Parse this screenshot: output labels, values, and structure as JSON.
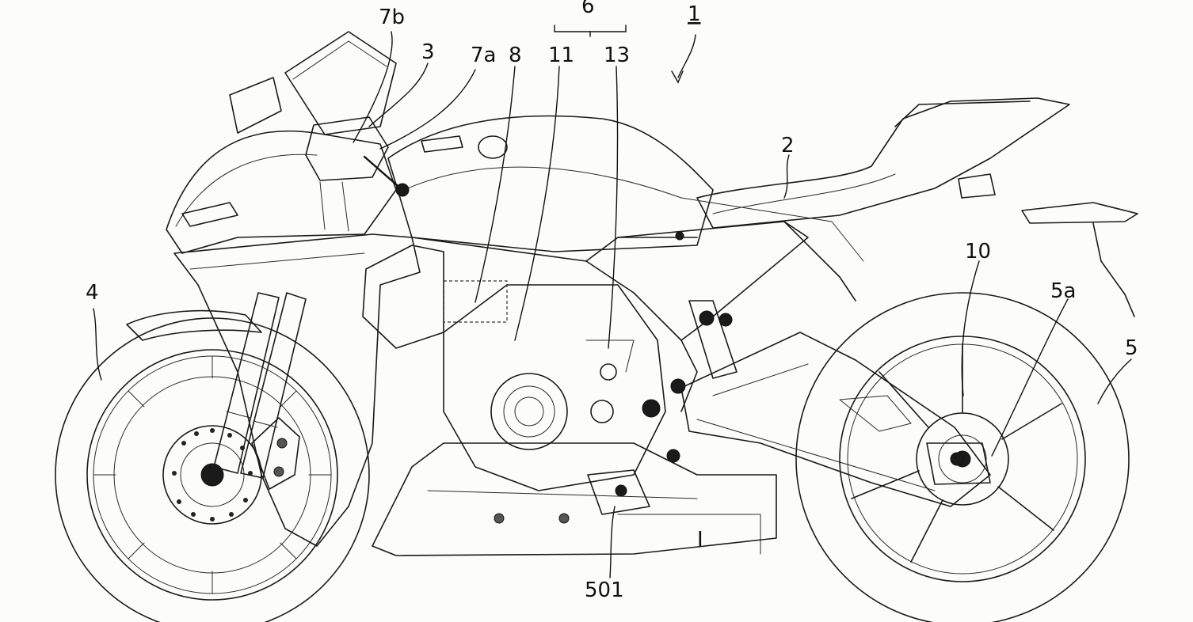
{
  "reference_numerals": {
    "n1": "1",
    "n2": "2",
    "n3": "3",
    "n4": "4",
    "n5": "5",
    "n5a": "5a",
    "n6": "6",
    "n7a": "7a",
    "n7b": "7b",
    "n8": "8",
    "n10": "10",
    "n11": "11",
    "n13": "13",
    "n501": "501",
    "nI": "I"
  },
  "style": {
    "line_color": "#1a1a1a",
    "background_color": "#fcfcfa"
  }
}
